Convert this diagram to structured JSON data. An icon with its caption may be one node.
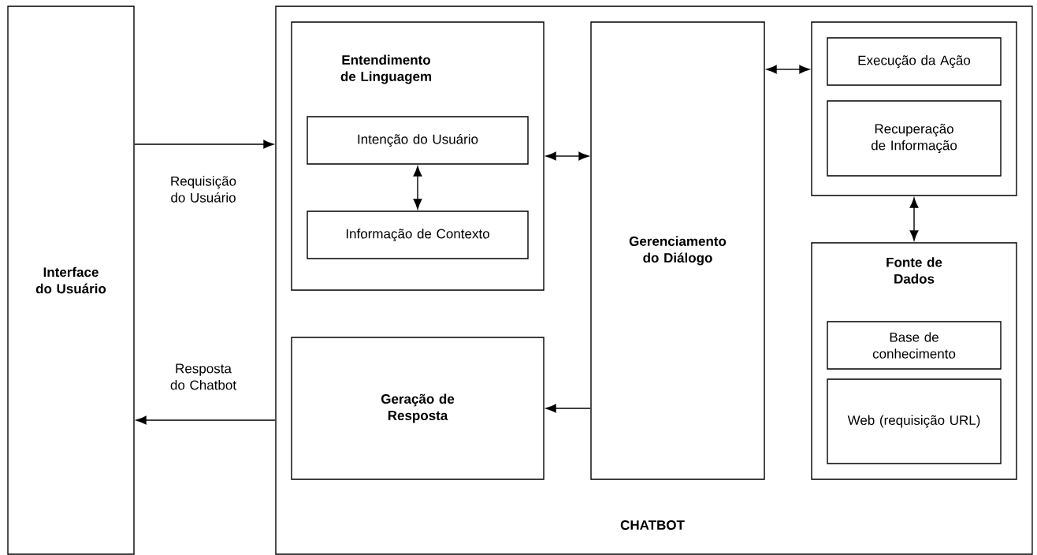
{
  "diagram": {
    "nodes": [
      {
        "text": [
          "Interface do Usuário"
        ]
      },
      {
        "text": [
          "CHATBOT"
        ]
      },
      {
        "text": [
          "Entendimento de Linguagem"
        ],
        "in": 1
      },
      {
        "text": [
          "Intenção do Usuário"
        ],
        "in": 2
      },
      {
        "text": [
          "Informação de Contexto"
        ],
        "in": 2
      },
      {
        "text": [
          "Gerenciamento do Diálogo"
        ],
        "in": 1
      },
      {
        "text": [],
        "shape": "box",
        "in": 1
      },
      {
        "text": [
          "Execução da Ação"
        ],
        "in": 6
      },
      {
        "text": [
          "Recuperação de Informação"
        ],
        "in": 6
      },
      {
        "text": [
          "Fonte de Dados"
        ],
        "in": 1
      },
      {
        "text": [
          "Base de conhecimento"
        ],
        "in": 9
      },
      {
        "text": [
          "Web (requisição URL)"
        ],
        "in": 9
      },
      {
        "text": [
          "Geração de Resposta"
        ],
        "in": 1
      }
    ],
    "edges": [
      {
        "from": 0,
        "to": 1,
        "arrow": "to",
        "label": "Requisição do Usuário"
      },
      {
        "from": 1,
        "to": 0,
        "arrow": "to",
        "label": "Resposta do Chatbot"
      },
      {
        "from": 3,
        "to": 4,
        "arrow": "both"
      },
      {
        "from": 2,
        "to": 5,
        "arrow": "both"
      },
      {
        "from": 5,
        "to": 6,
        "arrow": "both"
      },
      {
        "from": 6,
        "to": 9,
        "arrow": "both"
      },
      {
        "from": 5,
        "to": 12,
        "arrow": "to"
      }
    ]
  }
}
